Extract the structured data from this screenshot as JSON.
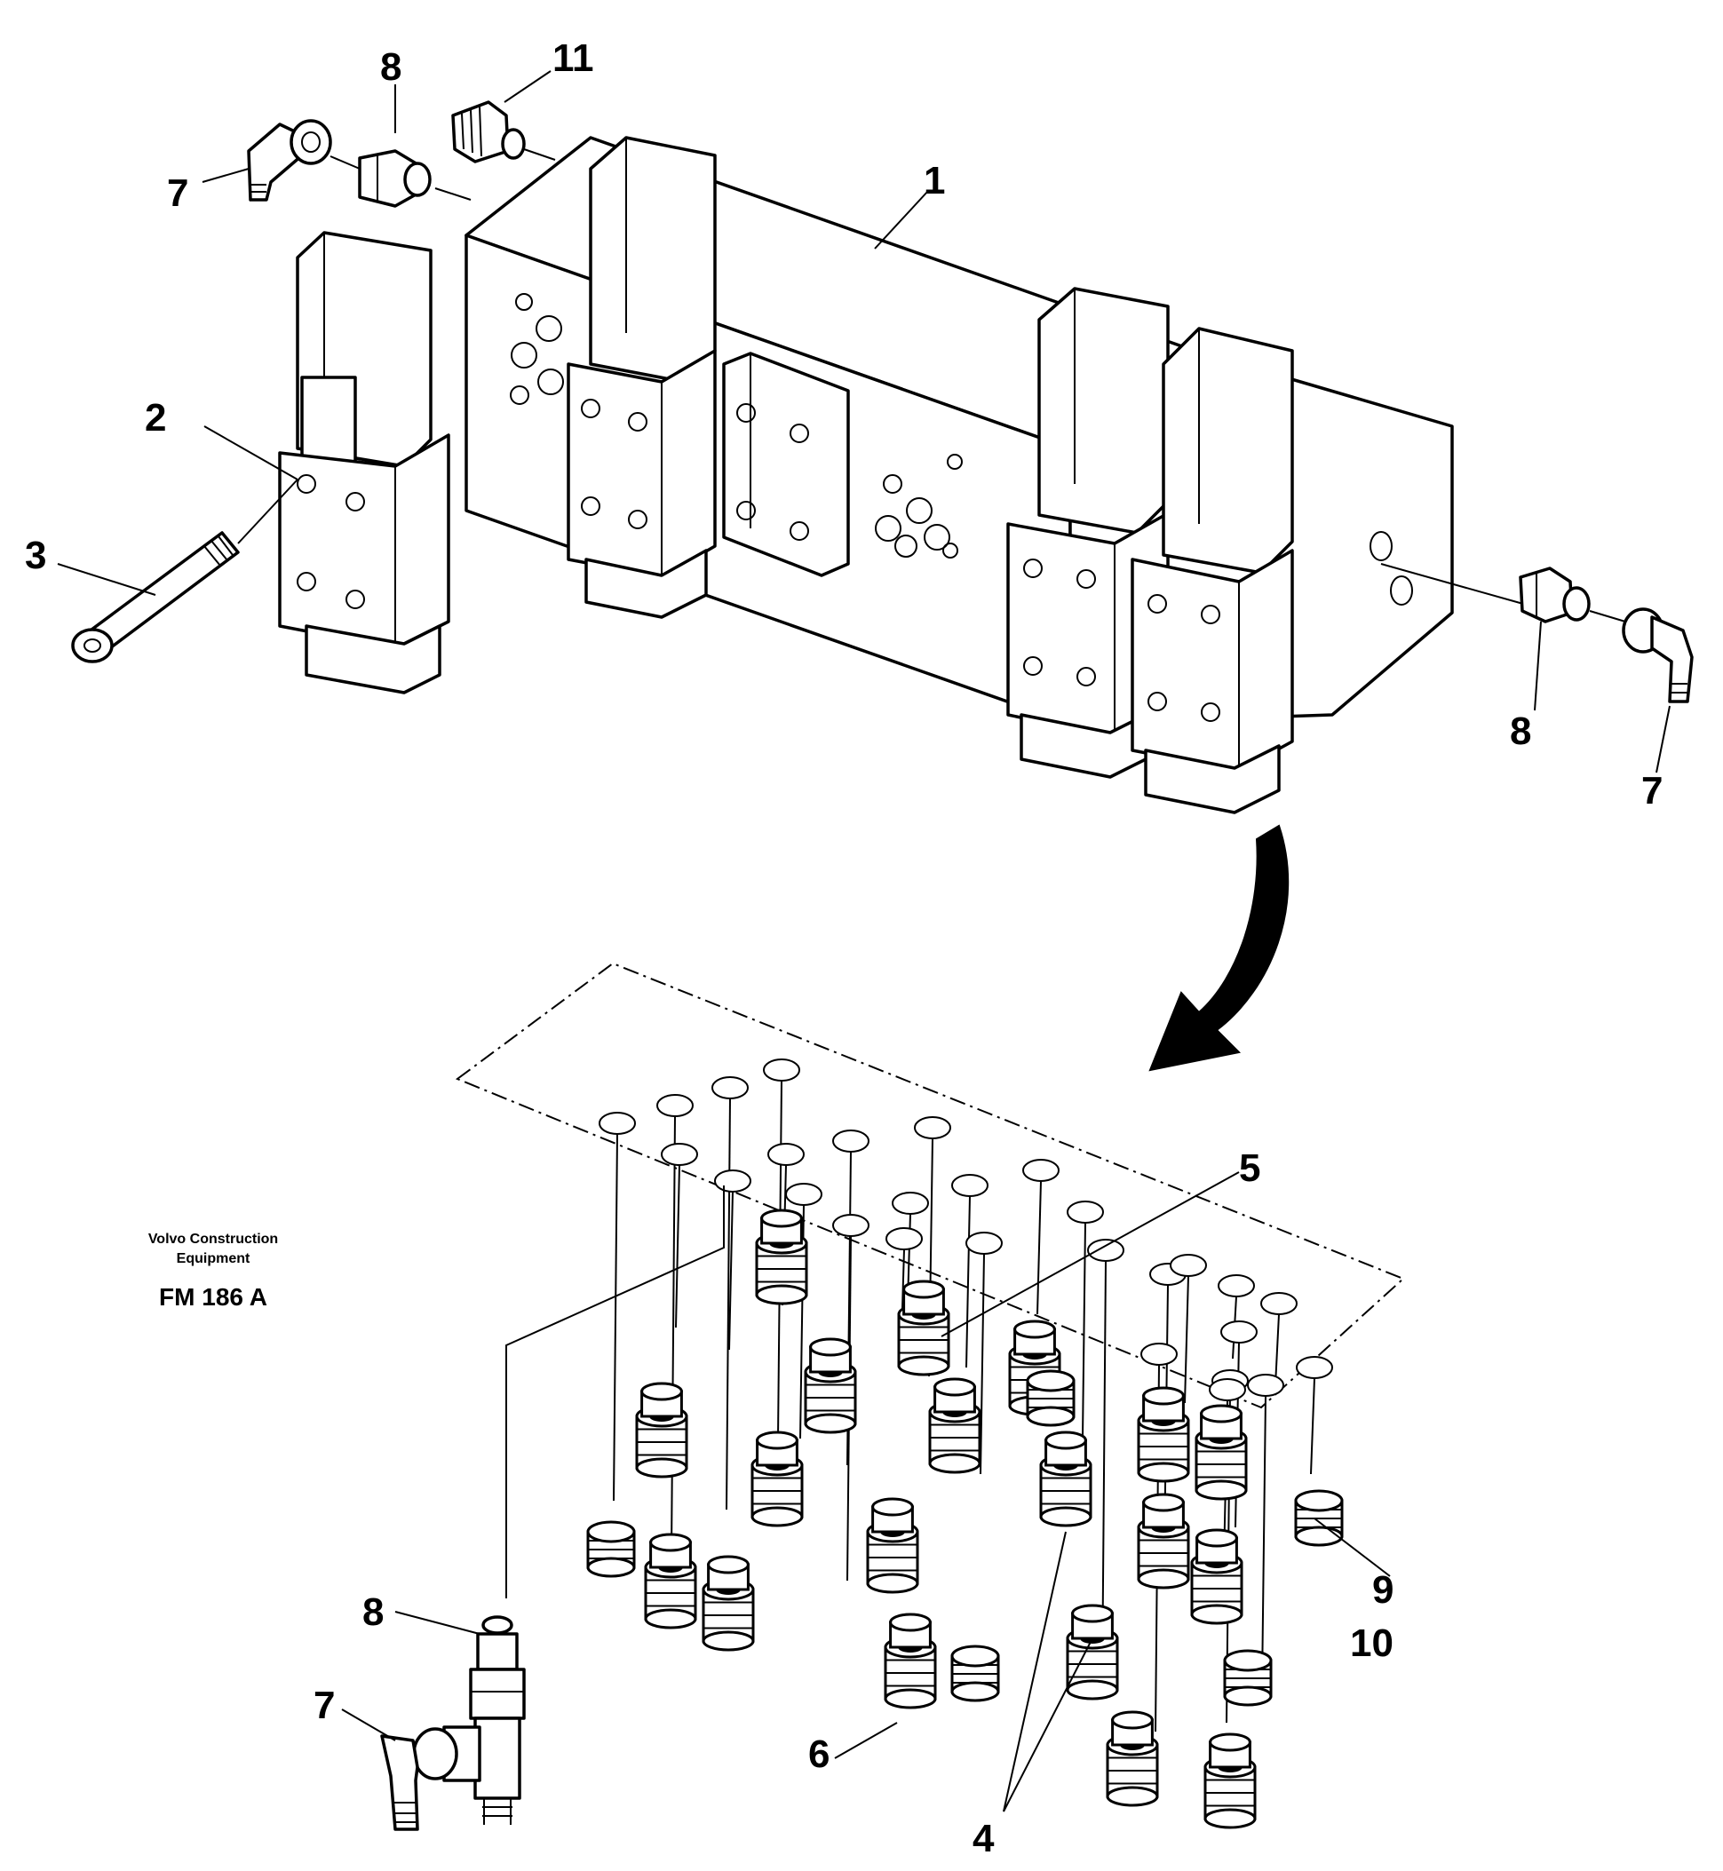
{
  "labels": {
    "p1": "1",
    "p2": "2",
    "p3": "3",
    "p4": "4",
    "p5": "5",
    "p6": "6",
    "p7a": "7",
    "p7b": "7",
    "p7c": "7",
    "p8a": "8",
    "p8b": "8",
    "p8c": "8",
    "p9": "9",
    "p10": "10",
    "p11": "11"
  },
  "caption": {
    "company_line1": "Volvo Construction",
    "company_line2": "Equipment",
    "drawing_code": "FM 186 A"
  }
}
